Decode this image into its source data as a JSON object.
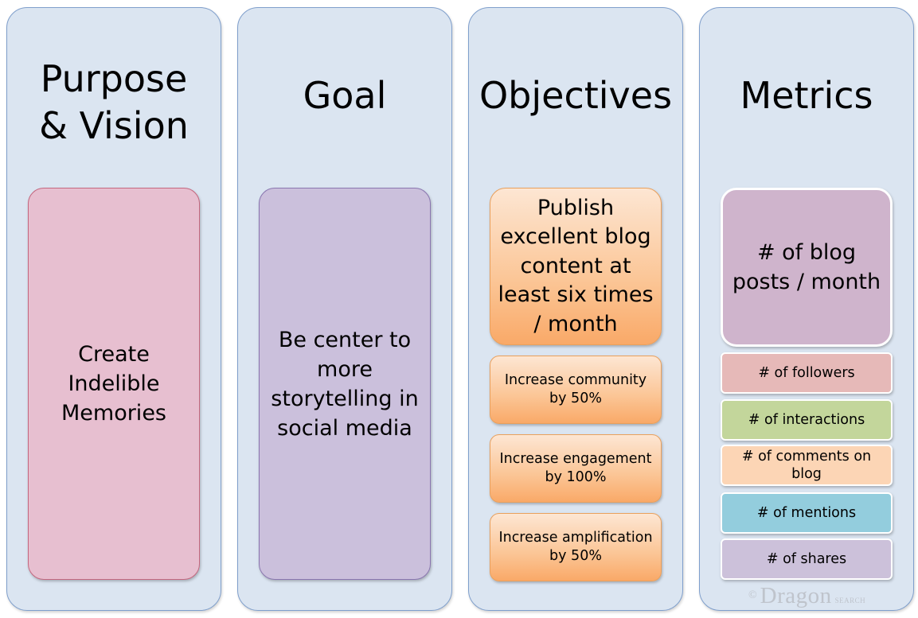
{
  "columns": {
    "purpose": {
      "title_line1": "Purpose",
      "title_line2": "& Vision",
      "body": "Create Indelible Memories"
    },
    "goal": {
      "title": "Goal",
      "body": "Be center to more storytelling in social media"
    },
    "objectives": {
      "title": "Objectives",
      "main": "Publish excellent blog content at least six times / month",
      "items": [
        {
          "label": "Increase community by 50%"
        },
        {
          "label": "Increase engagement by 100%"
        },
        {
          "label": "Increase amplification by 50%"
        }
      ]
    },
    "metrics": {
      "title": "Metrics",
      "main": "# of blog posts / month",
      "items": [
        {
          "label": "# of followers",
          "color": "#e6b9b8"
        },
        {
          "label": "# of interactions",
          "color": "#c3d69b"
        },
        {
          "label": "# of comments on blog",
          "color": "#fcd5b5"
        },
        {
          "label": "# of mentions",
          "color": "#93cddd"
        },
        {
          "label": "# of shares",
          "color": "#ccc1da"
        }
      ]
    }
  },
  "watermark": {
    "copyright": "©",
    "brand": "Dragon",
    "suffix": "SEARCH"
  }
}
